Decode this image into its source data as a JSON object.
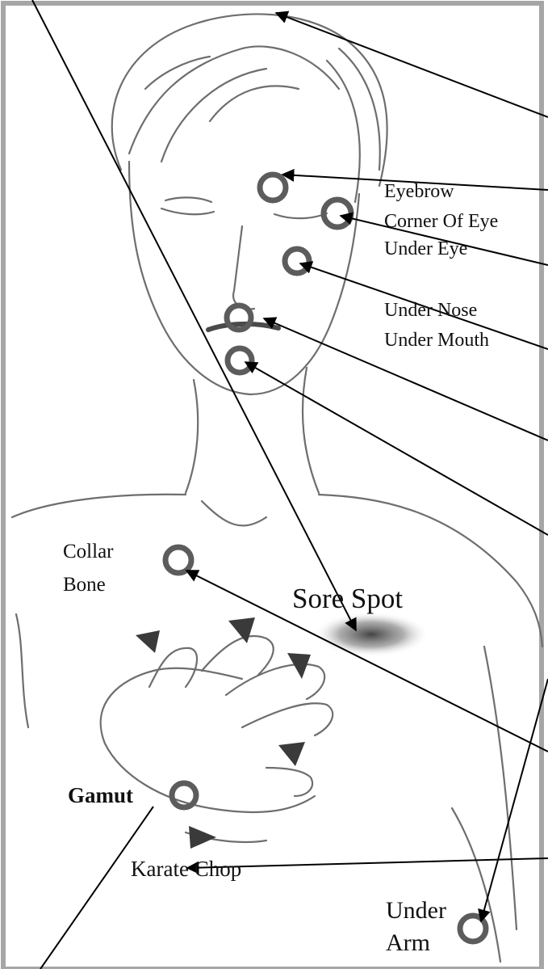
{
  "labels": {
    "eyebrow": "Eyebrow",
    "corner_of_eye": "Corner Of Eye",
    "under_eye": "Under Eye",
    "under_nose": "Under Nose",
    "under_mouth": "Under Mouth",
    "collar_bone_line1": "Collar",
    "collar_bone_line2": "Bone",
    "sore_spot": "Sore Spot",
    "gamut": "Gamut",
    "karate_chop": "Karate Chop",
    "under_arm_line1": "Under",
    "under_arm_line2": "Arm"
  },
  "colors": {
    "ring": "#5c5c5c",
    "sketch": "#6e6e6e",
    "arrow": "#000000",
    "frame": "#a6a6a6"
  }
}
